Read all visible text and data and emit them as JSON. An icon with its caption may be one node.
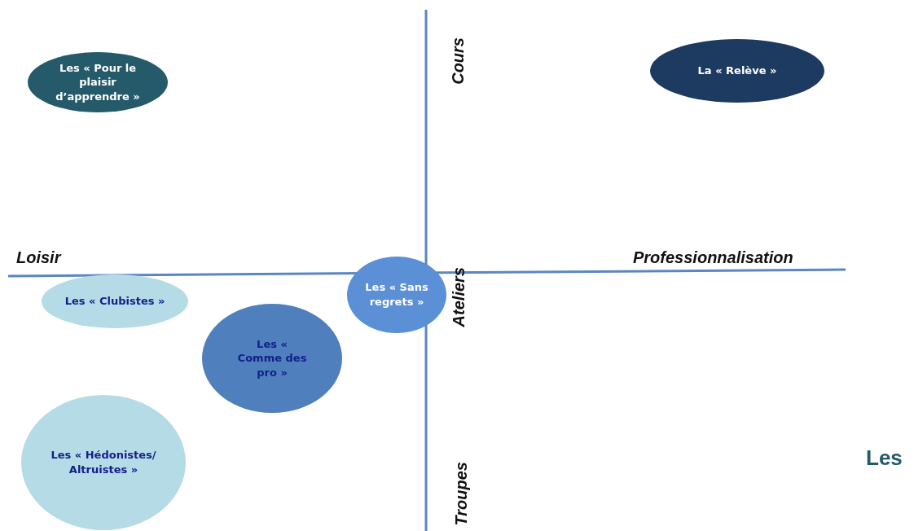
{
  "diagram": {
    "nodes": [
      {
        "text": [
          "Les « Pour le plaisir d’apprendre »"
        ]
      },
      {
        "text": [
          "La « Relève »"
        ]
      },
      {
        "text": [
          "Les « Clubistes »"
        ]
      },
      {
        "text": [
          "Les « Sans regrets »"
        ]
      },
      {
        "text": [
          "Les « Comme des pro »"
        ]
      },
      {
        "text": [
          "Les « Hédonistes/ Altruistes »"
        ]
      }
    ],
    "labels": [
      "Cours",
      "Loisir",
      "Professionnalisation",
      "Ateliers",
      "Les",
      "Troupes"
    ]
  }
}
